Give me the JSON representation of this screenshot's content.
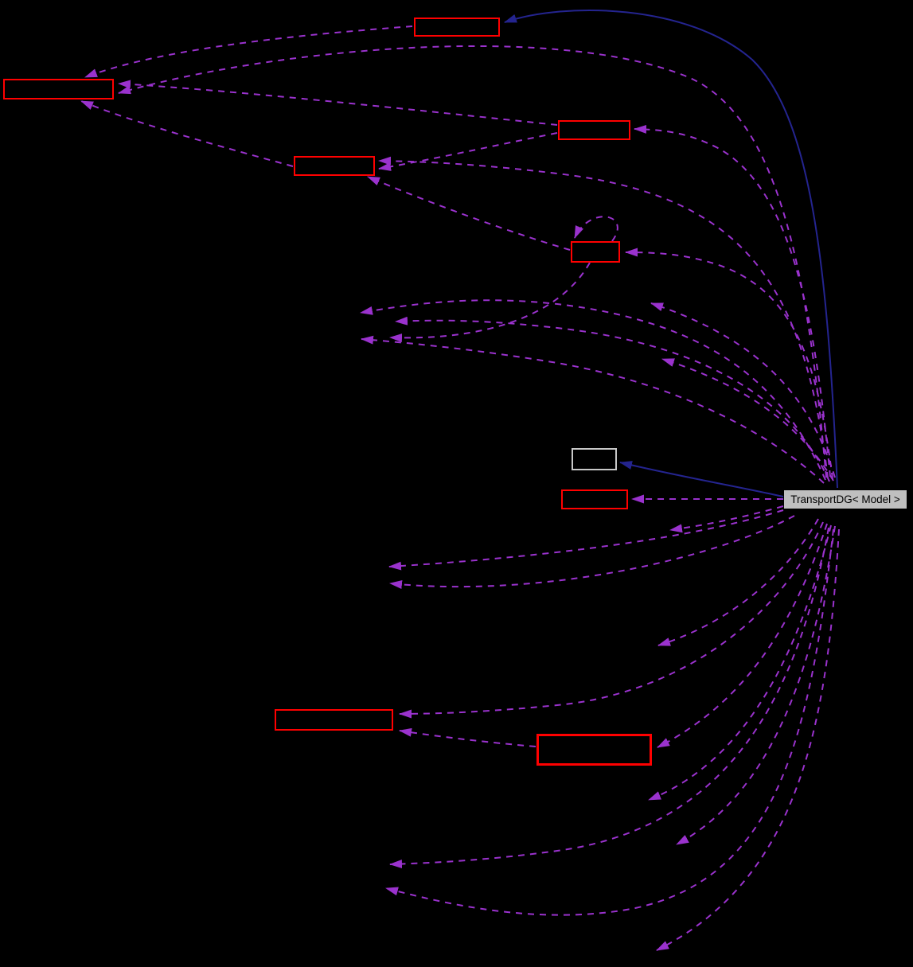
{
  "diagram": {
    "type": "doxygen-collaboration-graph",
    "main_node": {
      "label": "TransportDG< Model >"
    },
    "colors": {
      "bg": "#000000",
      "edge_usage": "#9a32cd",
      "edge_inherit": "#24248f",
      "node_red_border": "#ff0000",
      "node_plain_border": "#c8c8c8",
      "main_node_fill": "#bfbfbf",
      "main_node_text": "#000000"
    },
    "counts": {
      "red_nodes": 8,
      "plain_nodes": 1,
      "dashed_usage_edges": 29,
      "solid_inheritance_edges": 2
    }
  }
}
